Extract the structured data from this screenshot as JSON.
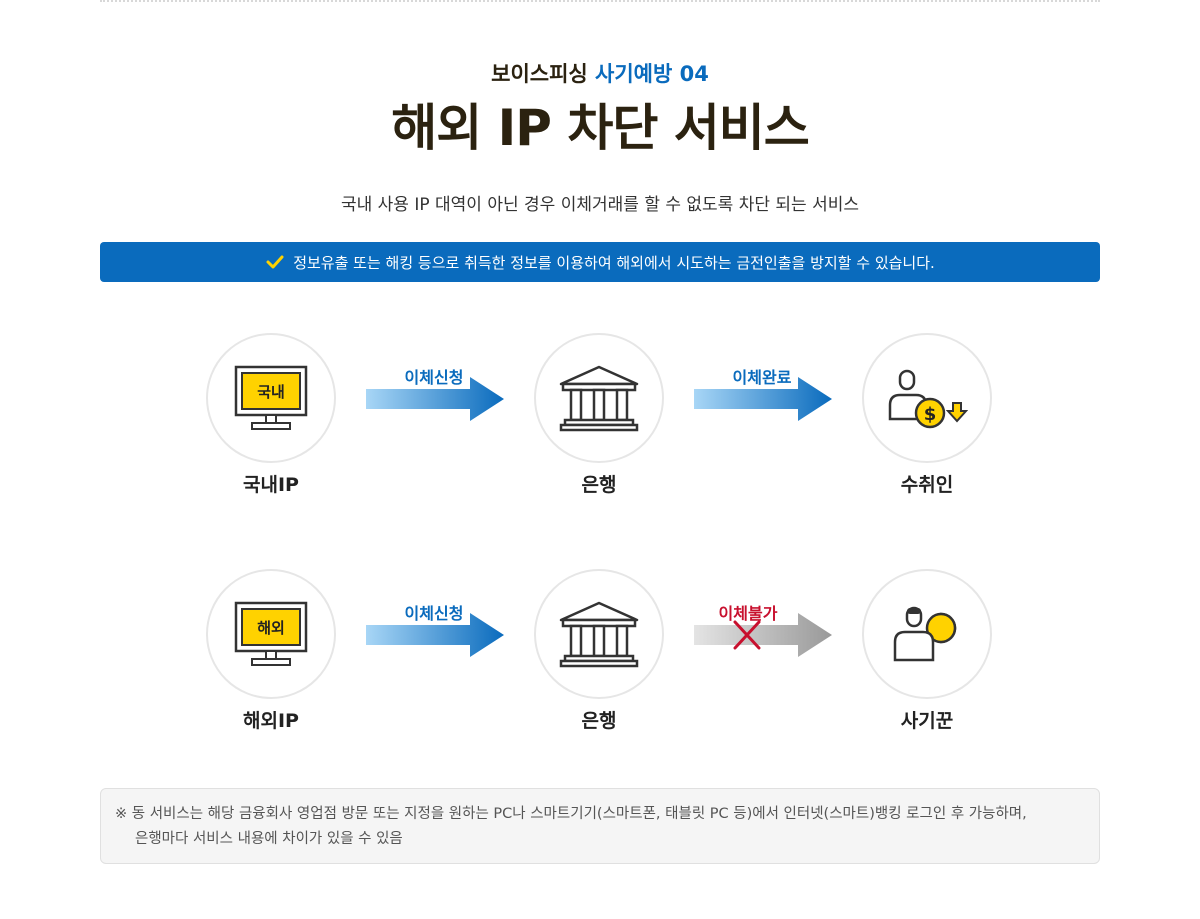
{
  "header": {
    "subtitle_prefix": "보이스피싱",
    "subtitle_accent": "사기예방 04",
    "title": "해외 IP 차단 서비스",
    "description": "국내 사용 IP 대역이 아닌 경우 이체거래를 할 수 없도록 차단 되는 서비스"
  },
  "banner": {
    "text": "정보유출 또는 해킹 등으로 취득한 정보를 이용하여 해외에서 시도하는 금전인출을 방지할 수 있습니다."
  },
  "flows": [
    {
      "source": {
        "screen_text": "국내",
        "label": "국내IP"
      },
      "step1": {
        "label": "이체신청"
      },
      "bank": {
        "label": "은행"
      },
      "step2": {
        "label": "이체완료",
        "status": "success"
      },
      "target": {
        "label": "수취인",
        "icon": "recipient-dollar-icon"
      }
    },
    {
      "source": {
        "screen_text": "해외",
        "label": "해외IP"
      },
      "step1": {
        "label": "이체신청"
      },
      "bank": {
        "label": "은행"
      },
      "step2": {
        "label": "이체불가",
        "status": "blocked"
      },
      "target": {
        "label": "사기꾼",
        "icon": "fraudster-icon"
      }
    }
  ],
  "notice": {
    "line1": "※ 동 서비스는 해당 금융회사 영업점 방문 또는 지정을 원하는 PC나 스마트기기(스마트폰, 태블릿 PC 등)에서 인터넷(스마트)뱅킹 로그인 후 가능하며,",
    "line2": "은행마다 서비스 내용에 차이가 있을 수 있음"
  },
  "colors": {
    "accent_blue": "#0a6bbd",
    "light_blue": "#9fd0f3",
    "monitor_yellow": "#ffd200",
    "blocked_red": "#c8102e",
    "blocked_gray": "#9a9a9a"
  }
}
